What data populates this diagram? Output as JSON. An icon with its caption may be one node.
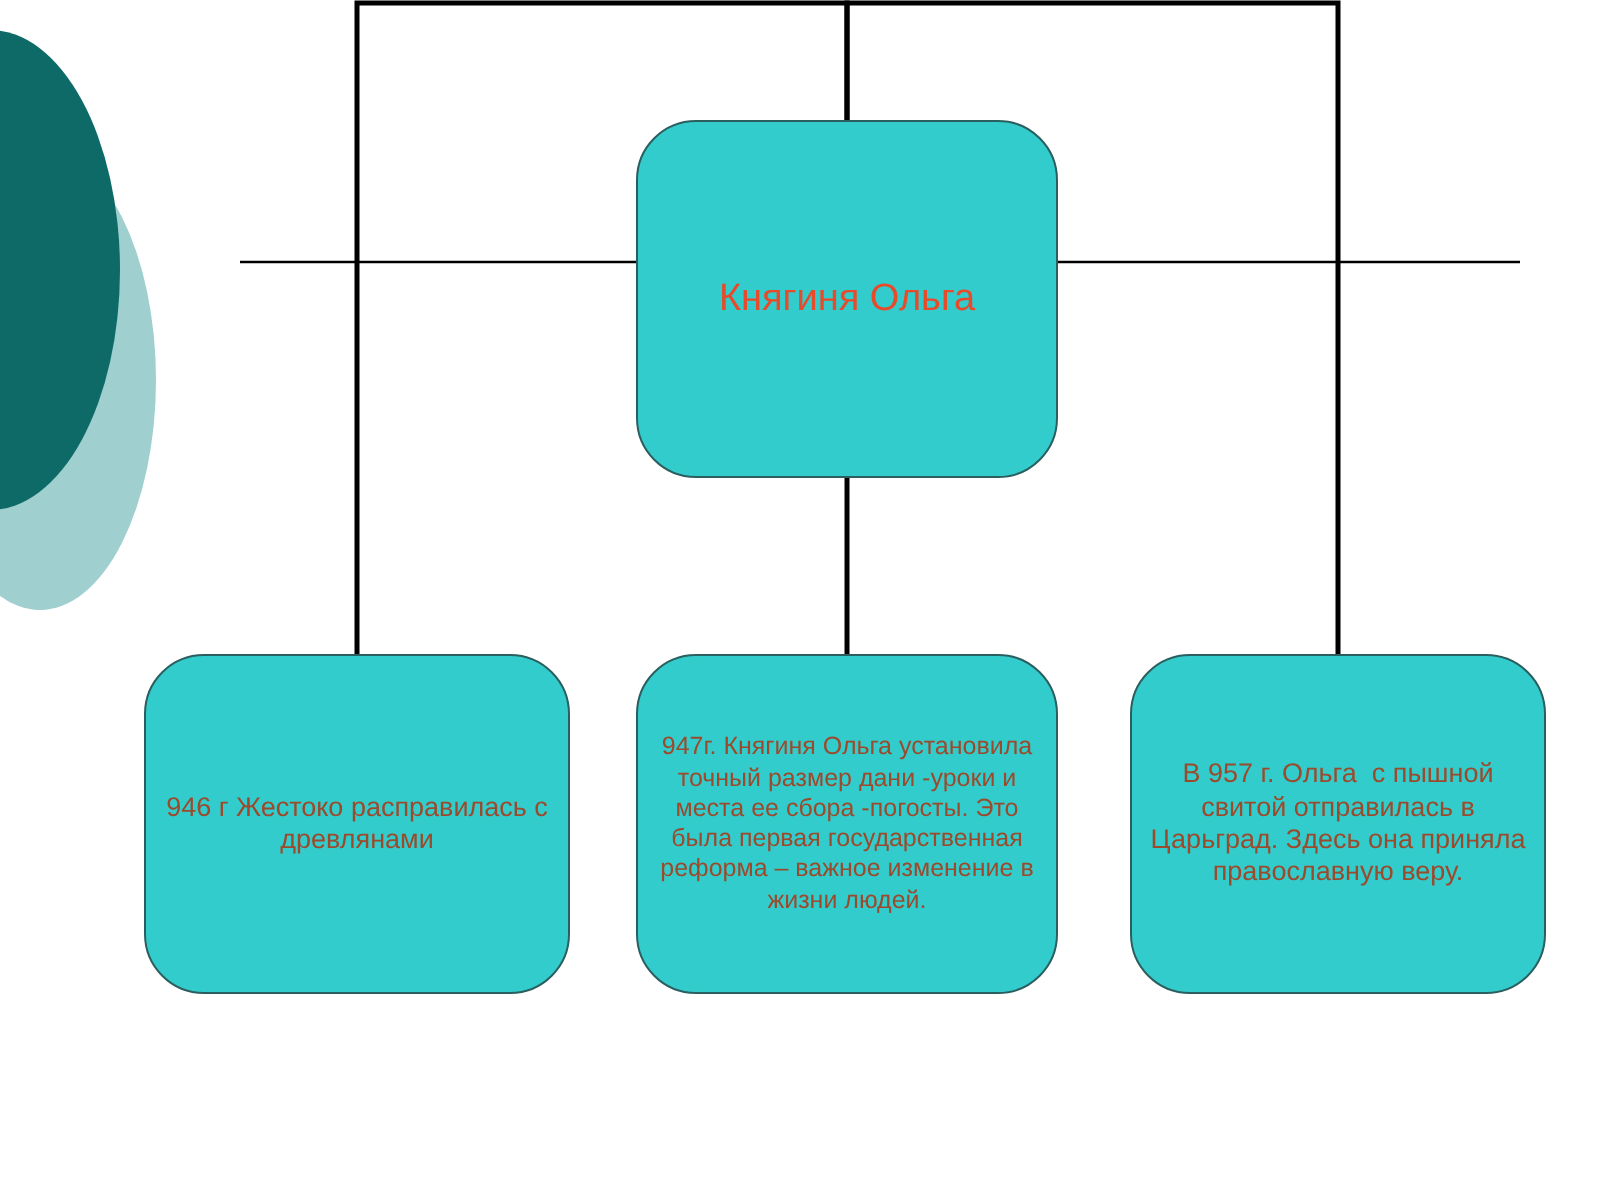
{
  "diagram": {
    "nodes": [
      {
        "text": [
          "Княгиня Ольга"
        ]
      },
      {
        "text": [
          "946 г Жестоко расправилась с древлянами"
        ]
      },
      {
        "text": [
          "947г. Княгиня Ольга установила точный размер дани -уроки и места ее сбора -погосты. Это была первая государственная реформа – важное изменение в жизни людей."
        ]
      },
      {
        "text": [
          "В 957 г. Ольга  с пышной свитой отправилась в Царьград. Здесь она приняла православную веру."
        ]
      }
    ],
    "edges": [
      {
        "from": 0,
        "to": 1,
        "arrow": "none"
      },
      {
        "from": 0,
        "to": 2,
        "arrow": "none"
      },
      {
        "from": 0,
        "to": 3,
        "arrow": "none"
      }
    ]
  }
}
